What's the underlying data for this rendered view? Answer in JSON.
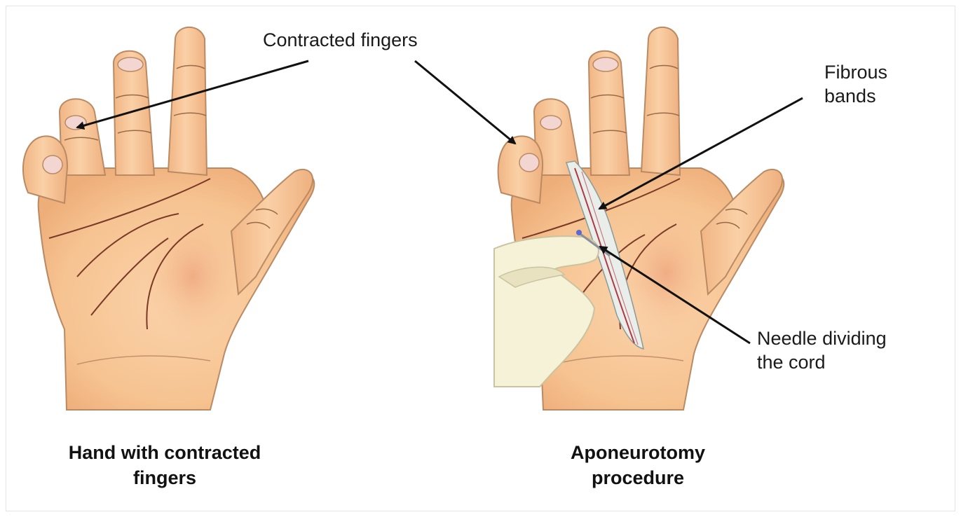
{
  "labels": {
    "contracted_fingers": "Contracted fingers",
    "fibrous_bands": [
      "Fibrous",
      "bands"
    ],
    "needle_dividing": [
      "Needle dividing",
      "the cord"
    ]
  },
  "captions": {
    "left": [
      "Hand with contracted",
      "fingers"
    ],
    "right": [
      "Aponeurotomy",
      "procedure"
    ]
  },
  "colors": {
    "skin": "#f7c79a",
    "skin_shadow": "#eaa777",
    "skin_outline": "#b98a64",
    "crease": "#7a3a28",
    "nail": "#f3d6d2",
    "glove": "#f5f2d8",
    "arrow": "#111111"
  }
}
